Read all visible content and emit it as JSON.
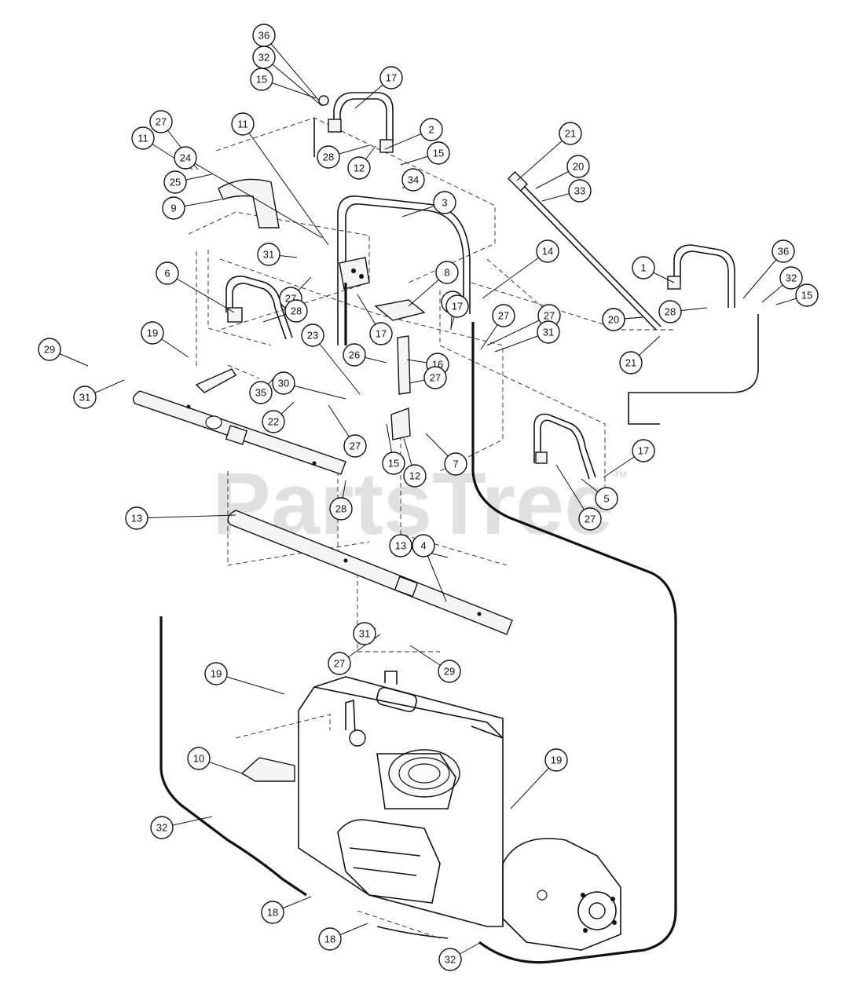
{
  "watermark": {
    "text": "PartsTree",
    "trademark": "TM"
  },
  "callouts": [
    {
      "label": "36"
    },
    {
      "label": "32"
    },
    {
      "label": "15"
    },
    {
      "label": "17"
    },
    {
      "label": "27"
    },
    {
      "label": "11"
    },
    {
      "label": "2"
    },
    {
      "label": "28"
    },
    {
      "label": "12"
    },
    {
      "label": "15"
    },
    {
      "label": "11"
    },
    {
      "label": "24"
    },
    {
      "label": "25"
    },
    {
      "label": "9"
    },
    {
      "label": "34"
    },
    {
      "label": "3"
    },
    {
      "label": "21"
    },
    {
      "label": "20"
    },
    {
      "label": "33"
    },
    {
      "label": "20"
    },
    {
      "label": "31"
    },
    {
      "label": "6"
    },
    {
      "label": "27"
    },
    {
      "label": "28"
    },
    {
      "label": "8"
    },
    {
      "label": "14"
    },
    {
      "label": "17"
    },
    {
      "label": "1"
    },
    {
      "label": "36"
    },
    {
      "label": "32"
    },
    {
      "label": "15"
    },
    {
      "label": "28"
    },
    {
      "label": "20"
    },
    {
      "label": "21"
    },
    {
      "label": "27"
    },
    {
      "label": "29"
    },
    {
      "label": "31"
    },
    {
      "label": "19"
    },
    {
      "label": "17"
    },
    {
      "label": "23"
    },
    {
      "label": "26"
    },
    {
      "label": "16"
    },
    {
      "label": "17"
    },
    {
      "label": "27"
    },
    {
      "label": "31"
    },
    {
      "label": "27"
    },
    {
      "label": "35"
    },
    {
      "label": "22"
    },
    {
      "label": "30"
    },
    {
      "label": "27"
    },
    {
      "label": "15"
    },
    {
      "label": "12"
    },
    {
      "label": "7"
    },
    {
      "label": "17"
    },
    {
      "label": "5"
    },
    {
      "label": "27"
    },
    {
      "label": "28"
    },
    {
      "label": "13"
    },
    {
      "label": "4"
    },
    {
      "label": "13"
    },
    {
      "label": "31"
    },
    {
      "label": "27"
    },
    {
      "label": "29"
    },
    {
      "label": "19"
    },
    {
      "label": "10"
    },
    {
      "label": "19"
    },
    {
      "label": "32"
    },
    {
      "label": "18"
    },
    {
      "label": "18"
    },
    {
      "label": "32"
    }
  ]
}
